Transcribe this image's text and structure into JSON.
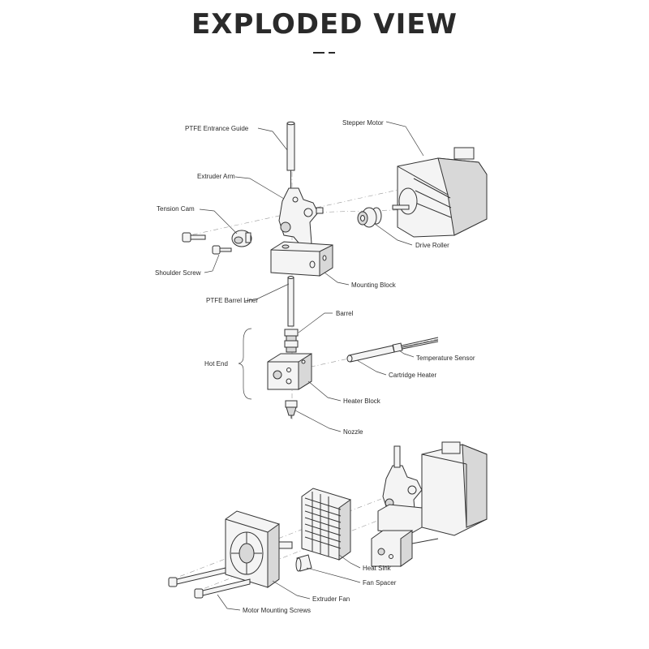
{
  "title": "EXPLODED VIEW",
  "labels": {
    "ptfe_entrance_guide": "PTFE Entrance Guide",
    "stepper_motor": "Stepper Motor",
    "extruder_arm": "Extruder Arm",
    "tension_cam": "Tension Cam",
    "drive_roller": "Drive Roller",
    "shoulder_screw": "Shoulder Screw",
    "mounting_block": "Mounting Block",
    "ptfe_barrel_liner": "PTFE Barrel Liner",
    "barrel": "Barrel",
    "hot_end": "Hot End",
    "temperature_sensor": "Temperature Sensor",
    "cartridge_heater": "Cartridge Heater",
    "heater_block": "Heater Block",
    "nozzle": "Nozzle",
    "heat_sink": "Heat Sink",
    "fan_spacer": "Fan Spacer",
    "extruder_fan": "Extruder Fan",
    "motor_mounting_screws": "Motor Mounting Screws"
  },
  "colors": {
    "ink": "#2a2a2a",
    "part_fill": "#f4f4f4",
    "part_shade": "#d8d8d8",
    "background": "#ffffff"
  }
}
